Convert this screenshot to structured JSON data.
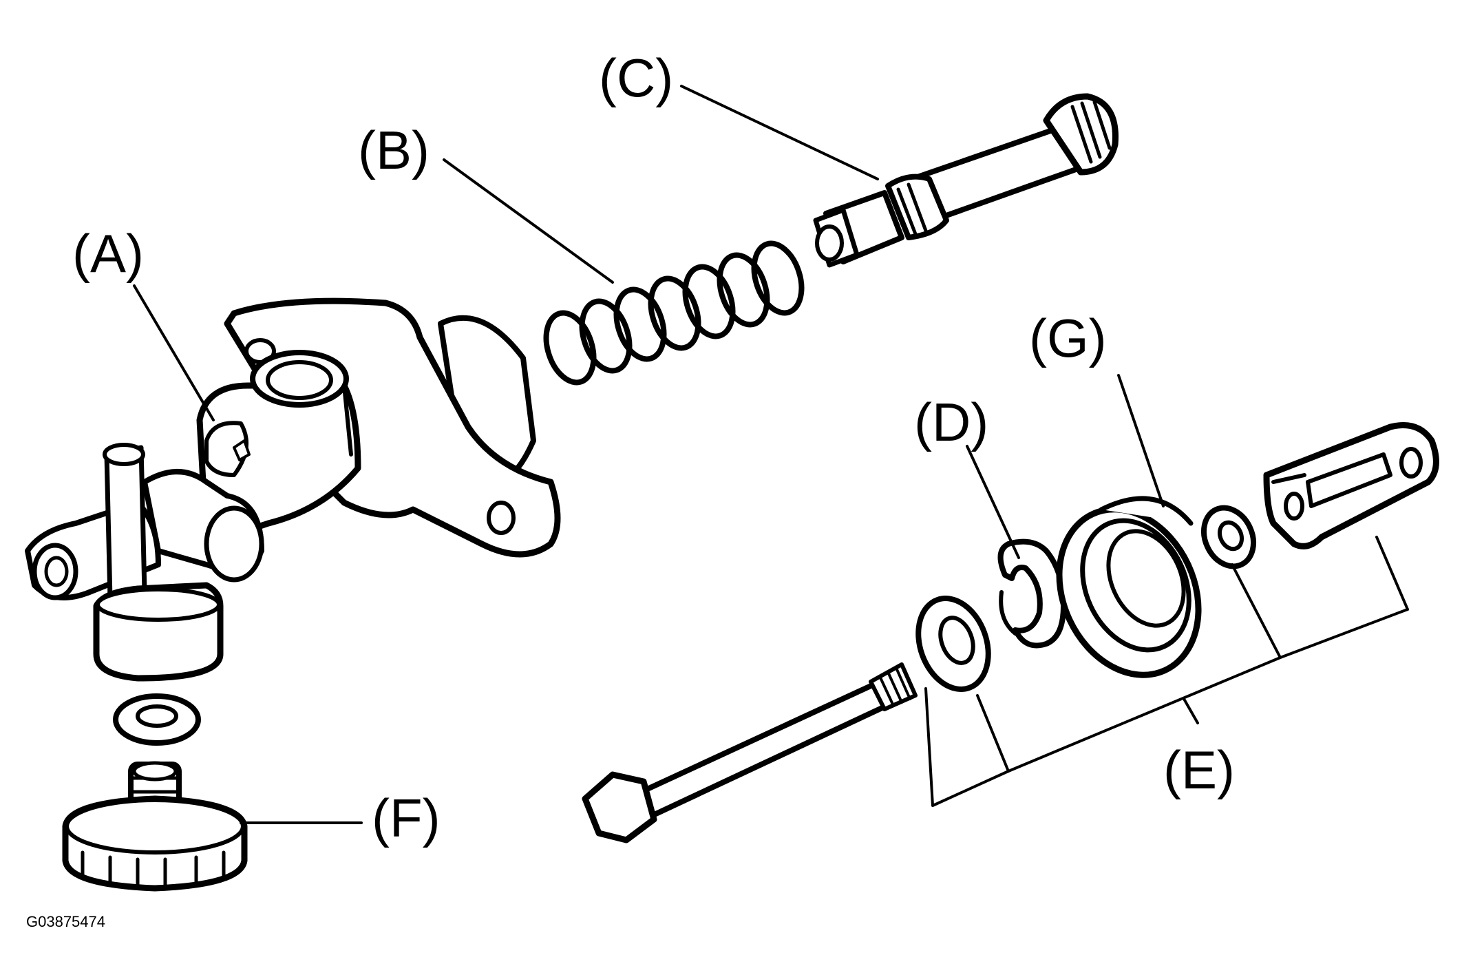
{
  "figure": {
    "id_code": "G03875474",
    "callouts": {
      "A": "(A)",
      "B": "(B)",
      "C": "(C)",
      "D": "(D)",
      "E": "(E)",
      "F": "(F)",
      "G": "(G)"
    }
  },
  "colors": {
    "ink": "#000000",
    "paper": "#ffffff"
  }
}
